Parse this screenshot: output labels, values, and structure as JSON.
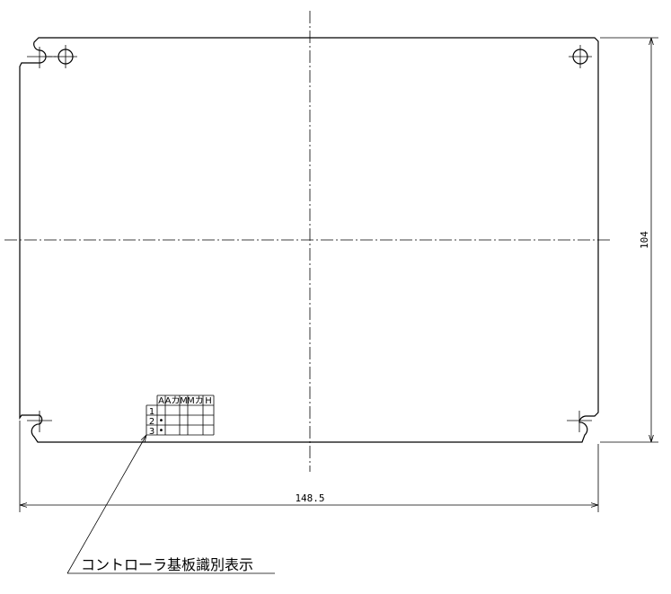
{
  "dimensions": {
    "height_label": "104",
    "width_label": "148.5"
  },
  "id_table": {
    "columns": [
      "",
      "A",
      "Aカ",
      "M",
      "Mカ",
      "H"
    ],
    "rows": [
      {
        "label": "1",
        "marks": [
          false,
          false,
          false,
          false,
          false
        ]
      },
      {
        "label": "2",
        "marks": [
          true,
          false,
          false,
          false,
          false
        ]
      },
      {
        "label": "3",
        "marks": [
          true,
          false,
          false,
          false,
          false
        ]
      }
    ],
    "mark_symbol": "•"
  },
  "leader_note": "コントローラ基板識別表示"
}
